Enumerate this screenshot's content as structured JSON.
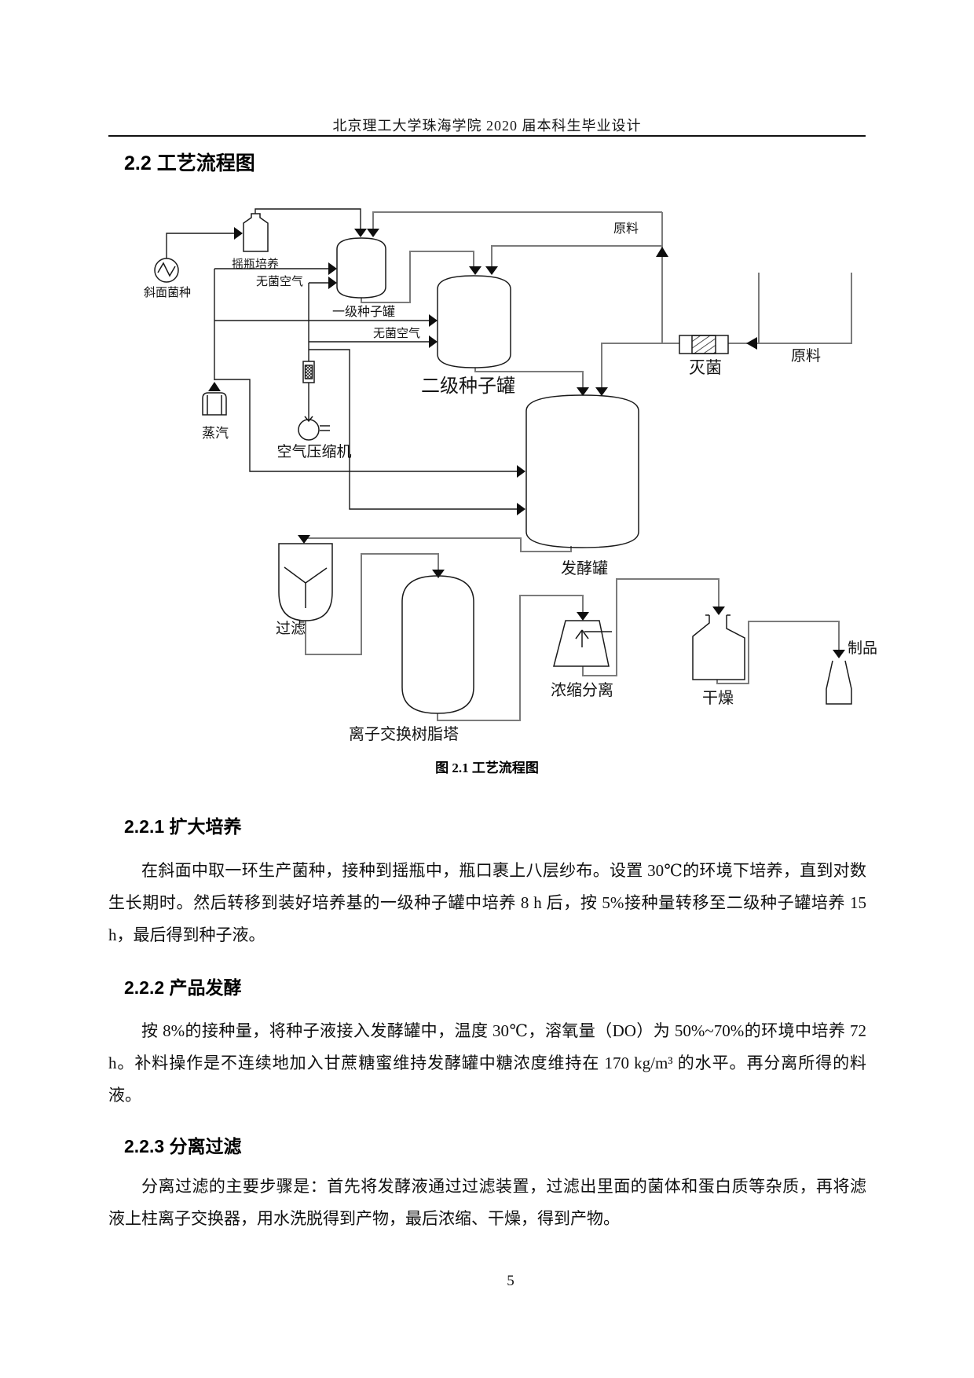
{
  "page": {
    "header": "北京理工大学珠海学院 2020 届本科生毕业设计",
    "page_number": "5"
  },
  "section": {
    "title": "2.2 工艺流程图"
  },
  "figure": {
    "caption": "图 2.1 工艺流程图",
    "labels": {
      "slant_strain": "斜面菌种",
      "shake_flask": "摇瓶培养",
      "sterile_air_1": "无菌空气",
      "first_seed_tank": "一级种子罐",
      "sterile_air_2": "无菌空气",
      "second_seed_tank": "二级种子罐",
      "raw_material_top": "原料",
      "raw_material_right": "原料",
      "sterilizer": "灭菌",
      "steam": "蒸汽",
      "air_compressor": "空气压缩机",
      "fermenter": "发酵罐",
      "filter": "过滤",
      "ion_exchange_column": "离子交换树脂塔",
      "concentration_separation": "浓缩分离",
      "dryer": "干燥",
      "product": "制品"
    }
  },
  "sections": [
    {
      "heading": "2.2.1 扩大培养",
      "body": "在斜面中取一环生产菌种，接种到摇瓶中，瓶口裹上八层纱布。设置 30℃的环境下培养，直到对数生长期时。然后转移到装好培养基的一级种子罐中培养 8 h 后，按 5%接种量转移至二级种子罐培养 15 h，最后得到种子液。"
    },
    {
      "heading": "2.2.2 产品发酵",
      "body": "按 8%的接种量，将种子液接入发酵罐中，温度 30℃，溶氧量（DO）为 50%~70%的环境中培养 72 h。补料操作是不连续地加入甘蔗糖蜜维持发酵罐中糖浓度维持在 170 kg/m³ 的水平。再分离所得的料液。"
    },
    {
      "heading": "2.2.3 分离过滤",
      "body": "分离过滤的主要步骤是：首先将发酵液通过过滤装置，过滤出里面的菌体和蛋白质等杂质，再将滤液上柱离子交换器，用水洗脱得到产物，最后浓缩、干燥，得到产物。"
    }
  ]
}
